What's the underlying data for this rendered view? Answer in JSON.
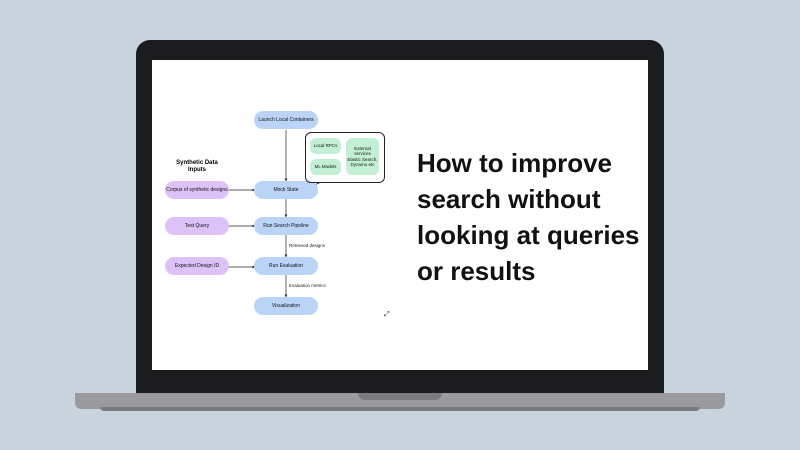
{
  "slide": {
    "headline": [
      "How to improve",
      "search without",
      "looking at queries",
      "or results"
    ]
  },
  "diagram": {
    "section_title": [
      "Synthetic Data",
      "Inputs"
    ],
    "main_nodes": {
      "launch": "Launch Local Containers",
      "mock": "Mock State",
      "search": "Run Search Pipeline",
      "eval": "Run Evaluation",
      "viz": "Visualization"
    },
    "input_nodes": {
      "corpus": "Corpus of synthetic designs",
      "query": "Test Query",
      "expected": "Expected Design ID"
    },
    "cluster": {
      "local_rpcs": "Local RPCs",
      "ml_models": "ML Models",
      "external": [
        "External",
        "services",
        "Elastic Search,",
        "Dynamo etc"
      ]
    },
    "edge_labels": {
      "retrieved": "Retrieved designs",
      "metrics": "Evaluation metrics"
    },
    "colors": {
      "main_node": "#b9d4f6",
      "input_node": "#dcc2f7",
      "service_node": "#c3f0d4"
    }
  },
  "icons": {
    "expand": "expand-arrows-icon"
  }
}
